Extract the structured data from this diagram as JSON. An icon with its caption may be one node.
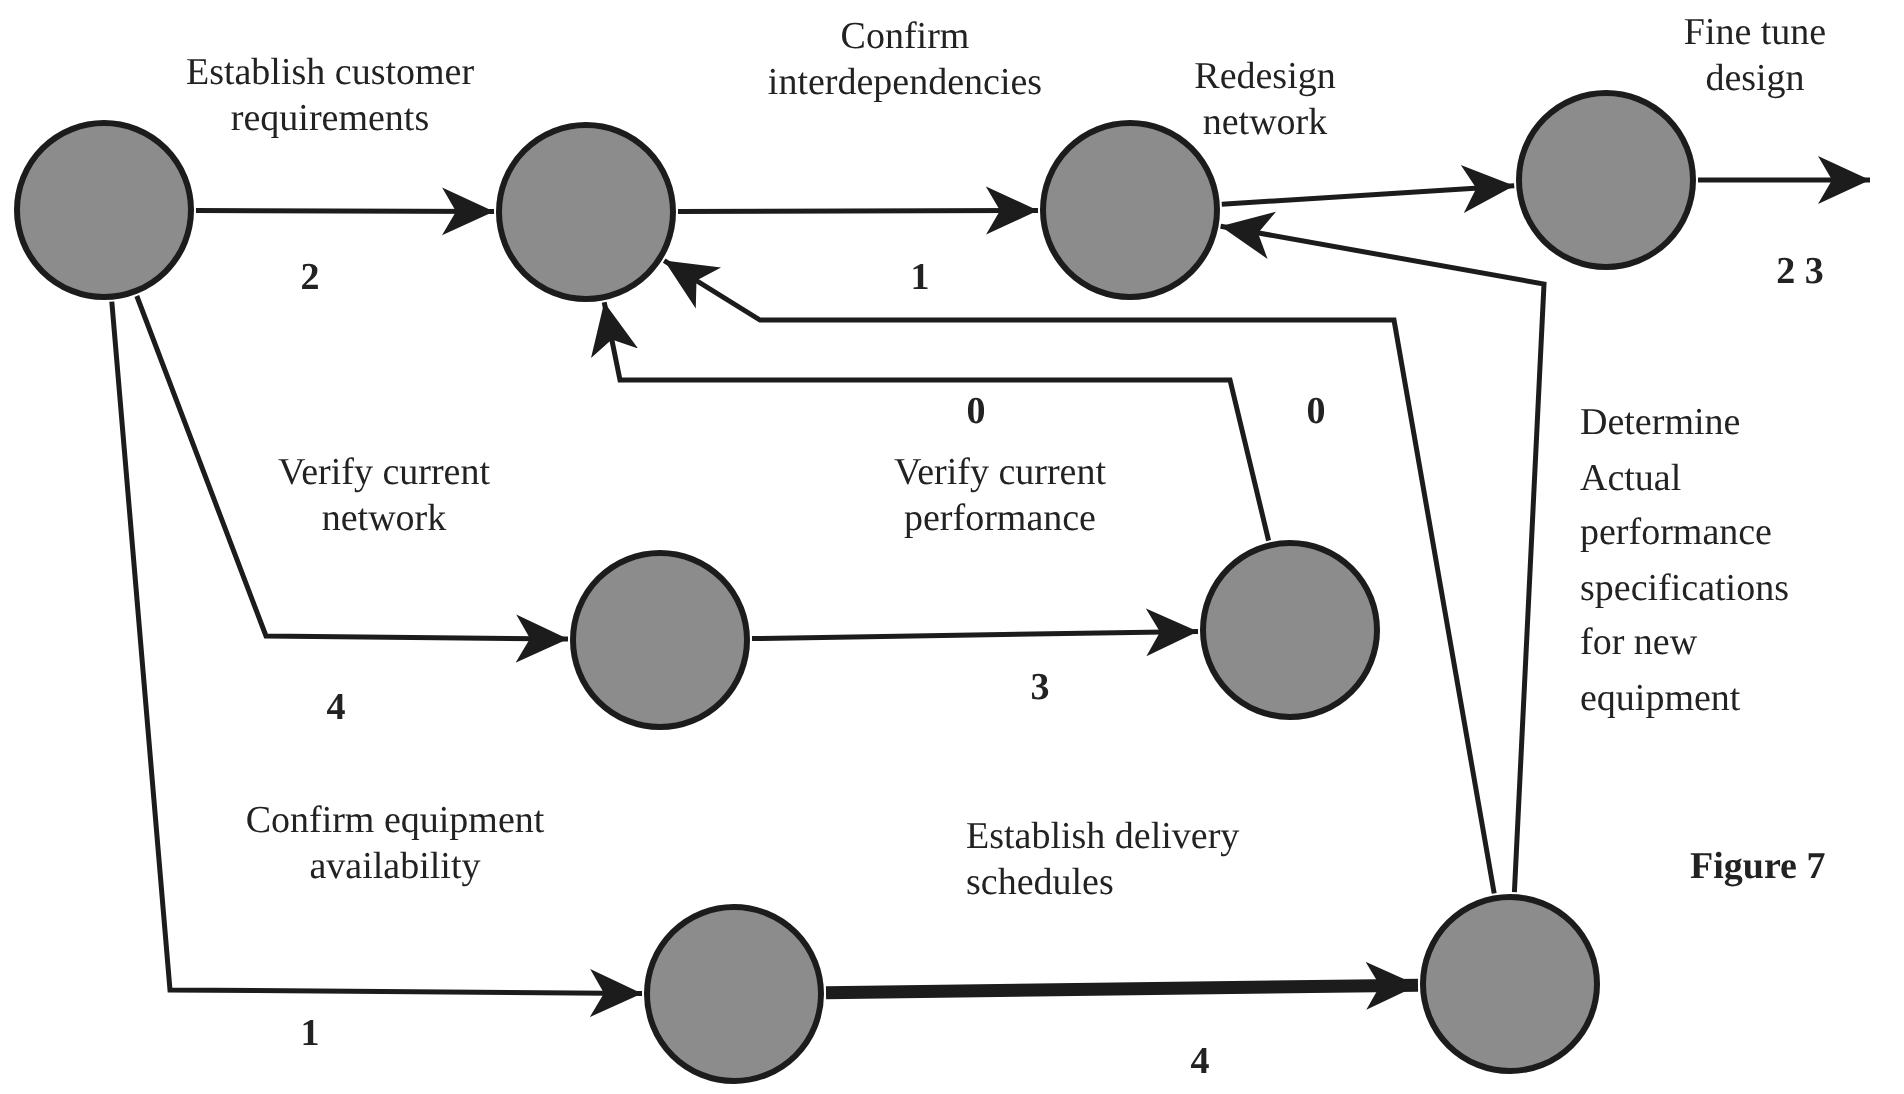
{
  "diagram": {
    "caption": "Figure 7",
    "nodes": [
      {
        "text": [],
        "shape": "circle"
      },
      {
        "text": [],
        "shape": "circle"
      },
      {
        "text": [],
        "shape": "circle"
      },
      {
        "text": [],
        "shape": "circle"
      },
      {
        "text": [],
        "shape": "circle"
      },
      {
        "text": [],
        "shape": "circle"
      },
      {
        "text": [],
        "shape": "circle"
      },
      {
        "text": [],
        "shape": "circle"
      }
    ],
    "edges": [
      {
        "from": 0,
        "to": 1,
        "arrow": "to",
        "label": "Establish customer requirements"
      },
      {
        "from": 1,
        "to": 2,
        "arrow": "to",
        "label": "Confirm interdependencies"
      },
      {
        "from": 2,
        "to": 3,
        "arrow": "to",
        "label": "Redesign network"
      },
      {
        "from": 3,
        "to": null,
        "arrow": "to",
        "label": "Fine tune design"
      },
      {
        "from": 0,
        "to": 4,
        "arrow": "to",
        "label": "Verify current network"
      },
      {
        "from": 4,
        "to": 5,
        "arrow": "to",
        "label": "Verify current performance"
      },
      {
        "from": 0,
        "to": 6,
        "arrow": "to",
        "label": "Confirm equipment availability"
      },
      {
        "from": 6,
        "to": 7,
        "arrow": "to",
        "label": "Establish delivery schedules",
        "style": "thick"
      },
      {
        "from": 5,
        "to": 1,
        "arrow": "to"
      },
      {
        "from": 7,
        "to": 1,
        "arrow": "to"
      },
      {
        "from": 7,
        "to": 2,
        "arrow": "to",
        "label": "Determine Actual performance specifications for new equipment"
      }
    ],
    "labels": [
      "2",
      "1",
      "2 3",
      "0",
      "0",
      "4",
      "3",
      "1",
      "4"
    ]
  }
}
